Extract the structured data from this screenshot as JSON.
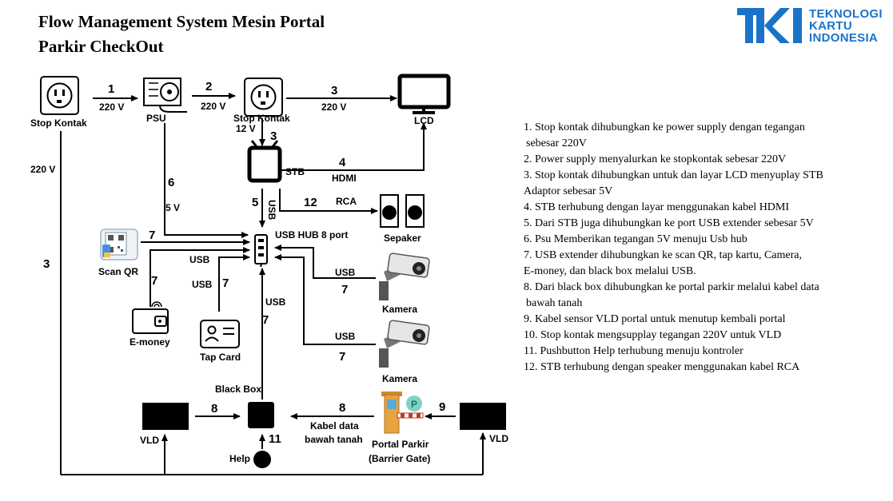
{
  "title": {
    "line1": "Flow Management System Mesin Portal",
    "line2": "Parkir CheckOut"
  },
  "logo": {
    "mark": "TKI",
    "line1": "TEKNOLOGI",
    "line2": "KARTU",
    "line3": "INDONESIA",
    "color": "#1a73c9"
  },
  "components": {
    "stop_kontak_1": "Stop Kontak",
    "psu": "PSU",
    "stop_kontak_2": "Stop Kontak",
    "lcd": "LCD",
    "stb": "STB",
    "usb_hub": "USB HUB 8 port",
    "speaker": "Sepaker",
    "scan_qr": "Scan QR",
    "emoney": "E-money",
    "tap_card": "Tap Card",
    "camera_1": "Kamera",
    "camera_2": "Kamera",
    "black_box": "Black Box",
    "vld_left": "VLD",
    "vld_right": "VLD",
    "help": "Help",
    "portal_line1": "Portal Parkir",
    "portal_line2": "(Barrier Gate)",
    "cable_line1": "Kabel data",
    "cable_line2": "bawah tanah"
  },
  "connection_labels": {
    "v220_1": "220 V",
    "v220_2": "220 V",
    "v220_3": "220 V",
    "v220_left": "220 V",
    "v12": "12 V",
    "v5": "5 V",
    "hdmi": "HDMI",
    "rca": "RCA",
    "usb_stb": "USB",
    "usb_qr": "USB",
    "usb_emoney": "USB",
    "usb_black": "USB",
    "usb_cam1": "USB",
    "usb_cam2": "USB"
  },
  "step_numbers": {
    "n1": "1",
    "n2": "2",
    "n3_top": "3",
    "n3_stb": "3",
    "n3_left": "3",
    "n4": "4",
    "n5": "5",
    "n6": "6",
    "n7_qr": "7",
    "n7_emoney": "7",
    "n7_tap": "7",
    "n7_black": "7",
    "n7_cam1": "7",
    "n7_cam2": "7",
    "n8_left": "8",
    "n8_right": "8",
    "n9": "9",
    "n11": "11",
    "n12": "12"
  },
  "notes": [
    "1. Stop kontak dihubungkan ke power supply dengan tegangan",
    "  sebesar 220V",
    "2. Power supply menyalurkan ke stopkontak sebesar 220V",
    "3.  Stop kontak dihubungkan untuk dan layar LCD menyuplay STB",
    "Adaptor sebesar 5V",
    "4. STB terhubung dengan layar menggunakan kabel HDMI",
    "5. Dari STB juga dihubungkan ke port USB extender sebesar 5V",
    "6. Psu Memberikan tegangan 5V menuju Usb hub",
    "7. USB extender dihubungkan ke scan QR, tap kartu, Camera,",
    "E-money, dan black box melalui USB.",
    "8. Dari black box dihubungkan ke portal parkir melalui kabel data",
    "  bawah tanah",
    "9. Kabel sensor VLD portal untuk menutup kembali portal",
    "10. Stop kontak mengsupplay tegangan 220V untuk VLD",
    "11. Pushbutton Help terhubung menuju kontroler",
    "12. STB terhubung dengan speaker menggunakan kabel RCA"
  ]
}
